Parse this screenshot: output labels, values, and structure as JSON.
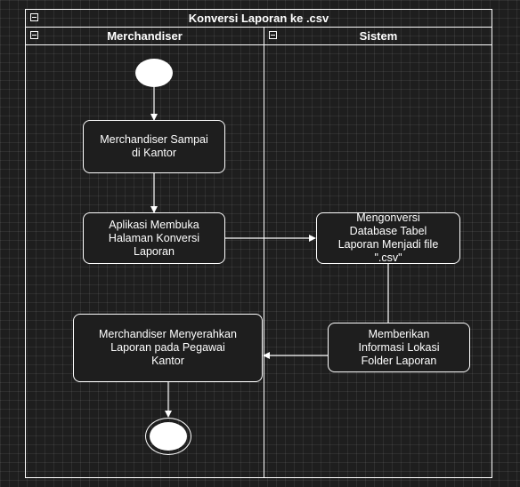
{
  "diagram": {
    "title": "Konversi Laporan ke .csv",
    "lanes": [
      {
        "label": "Merchandiser"
      },
      {
        "label": "Sistem"
      }
    ],
    "nodes": {
      "n1": "Merchandiser Sampai\ndi Kantor",
      "n2": "Aplikasi Membuka\nHalaman Konversi\nLaporan",
      "n3": "Mengonversi\nDatabase Tabel\nLaporan Menjadi file\n\".csv\"",
      "n4": "Memberikan\nInformasi Lokasi\nFolder Laporan",
      "n5": "Merchandiser Menyerahkan\nLaporan pada Pegawai\nKantor"
    }
  },
  "colors": {
    "background": "#1e1e1e",
    "line": "#ffffff"
  },
  "icons": {
    "collapse": "collapse-minus-icon"
  }
}
